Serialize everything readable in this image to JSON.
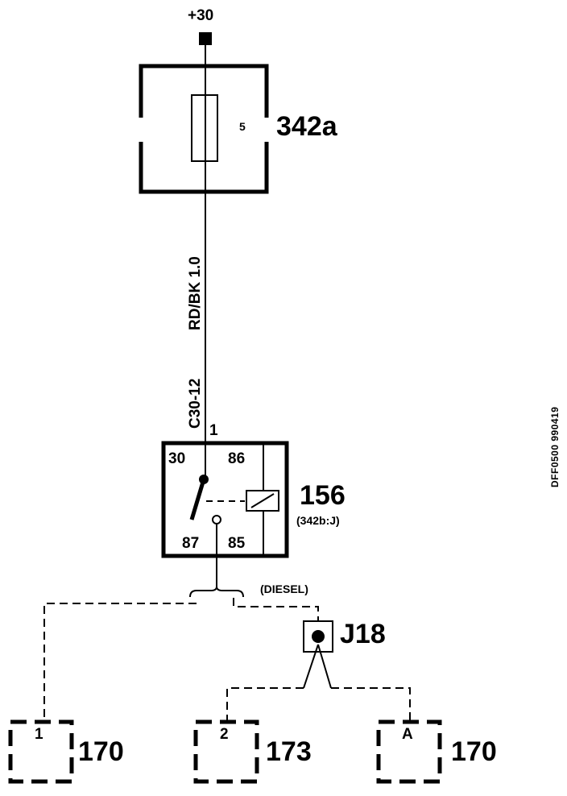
{
  "supply": {
    "label": "+30"
  },
  "fuse_box": {
    "id": "342a",
    "fuse_number": "5"
  },
  "wire": {
    "spec": "RD/BK 1.0",
    "connector": "C30-12",
    "pin": "1"
  },
  "relay": {
    "id": "156",
    "reference": "(342b:J)",
    "terminals": {
      "t30": "30",
      "t86": "86",
      "t87": "87",
      "t85": "85"
    }
  },
  "variant": {
    "label": "(DIESEL)"
  },
  "junction": {
    "id": "J18"
  },
  "connectors": [
    {
      "pin": "1",
      "id": "170"
    },
    {
      "pin": "2",
      "id": "173"
    },
    {
      "pin": "A",
      "id": "170"
    }
  ],
  "document_code": "DFF0500 990419"
}
